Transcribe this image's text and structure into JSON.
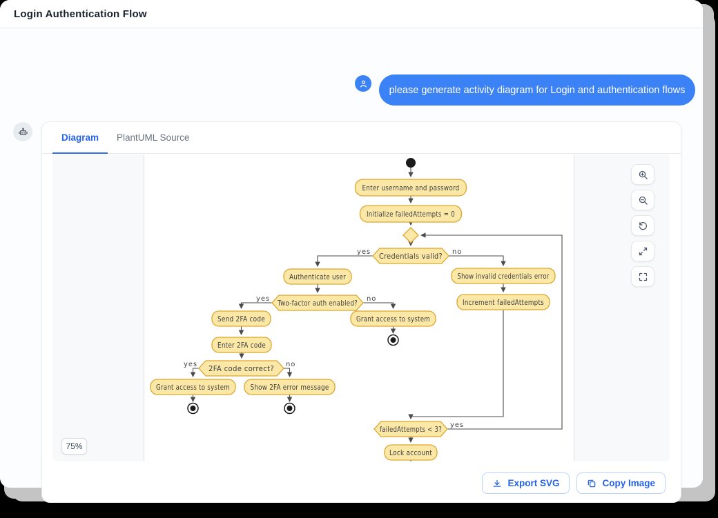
{
  "window": {
    "title": "Login Authentication Flow"
  },
  "chat": {
    "user_message": "please generate activity diagram for Login and authentication flows"
  },
  "panel": {
    "tabs": [
      {
        "label": "Diagram",
        "active": true
      },
      {
        "label": "PlantUML Source",
        "active": false
      }
    ],
    "zoom_badge": "75%",
    "zoom_controls": [
      "zoom-in",
      "zoom-out",
      "reset-view",
      "fit-to-screen",
      "fullscreen"
    ],
    "footer_buttons": [
      {
        "label": "Export SVG",
        "icon": "download-icon"
      },
      {
        "label": "Copy Image",
        "icon": "copy-icon"
      }
    ]
  },
  "colors": {
    "accent": "#2563eb",
    "bubble": "#3b82f6",
    "node_fill": "#fce8a6",
    "node_border": "#d9a62e",
    "arrow": "#4b4b4b",
    "viewport_bg": "#f7f9fb"
  },
  "diagram": {
    "type": "activity",
    "nodes": [
      {
        "id": "start",
        "type": "start"
      },
      {
        "id": "a1",
        "type": "action",
        "label": "Enter username and password"
      },
      {
        "id": "a2",
        "type": "action",
        "label": "Initialize failedAttempts = 0"
      },
      {
        "id": "m1",
        "type": "merge"
      },
      {
        "id": "d1",
        "type": "decision",
        "label": "Credentials valid?"
      },
      {
        "id": "a3",
        "type": "action",
        "label": "Authenticate user"
      },
      {
        "id": "d2",
        "type": "decision",
        "label": "Two-factor auth enabled?"
      },
      {
        "id": "a4",
        "type": "action",
        "label": "Send 2FA code"
      },
      {
        "id": "a5",
        "type": "action",
        "label": "Enter 2FA code"
      },
      {
        "id": "d3",
        "type": "decision",
        "label": "2FA code correct?"
      },
      {
        "id": "a6",
        "type": "action",
        "label": "Grant access to system"
      },
      {
        "id": "a7",
        "type": "action",
        "label": "Show 2FA error message"
      },
      {
        "id": "a8",
        "type": "action",
        "label": "Grant access to system"
      },
      {
        "id": "a9",
        "type": "action",
        "label": "Show invalid credentials error"
      },
      {
        "id": "a10",
        "type": "action",
        "label": "Increment failedAttempts"
      },
      {
        "id": "d4",
        "type": "decision",
        "label": "failedAttempts < 3?"
      },
      {
        "id": "a11",
        "type": "action",
        "label": "Lock account"
      },
      {
        "id": "end1",
        "type": "end"
      },
      {
        "id": "end2",
        "type": "end"
      },
      {
        "id": "end3",
        "type": "end"
      }
    ],
    "edge_labels": {
      "yes": "yes",
      "no": "no"
    },
    "edges": [
      "start -> Enter username and password",
      "Enter username and password -> Initialize failedAttempts = 0",
      "Initialize failedAttempts = 0 -> merge",
      "merge -> Credentials valid?",
      "Credentials valid? -yes-> Authenticate user",
      "Credentials valid? -no-> Show invalid credentials error",
      "Authenticate user -> Two-factor auth enabled?",
      "Two-factor auth enabled? -yes-> Send 2FA code",
      "Two-factor auth enabled? -no-> Grant access to system",
      "Grant access to system -> end",
      "Send 2FA code -> Enter 2FA code",
      "Enter 2FA code -> 2FA code correct?",
      "2FA code correct? -yes-> Grant access to system -> end",
      "2FA code correct? -no-> Show 2FA error message -> end",
      "Show invalid credentials error -> Increment failedAttempts",
      "Increment failedAttempts -> failedAttempts < 3?",
      "failedAttempts < 3? -yes-> merge",
      "failedAttempts < 3? -> Lock account"
    ]
  }
}
